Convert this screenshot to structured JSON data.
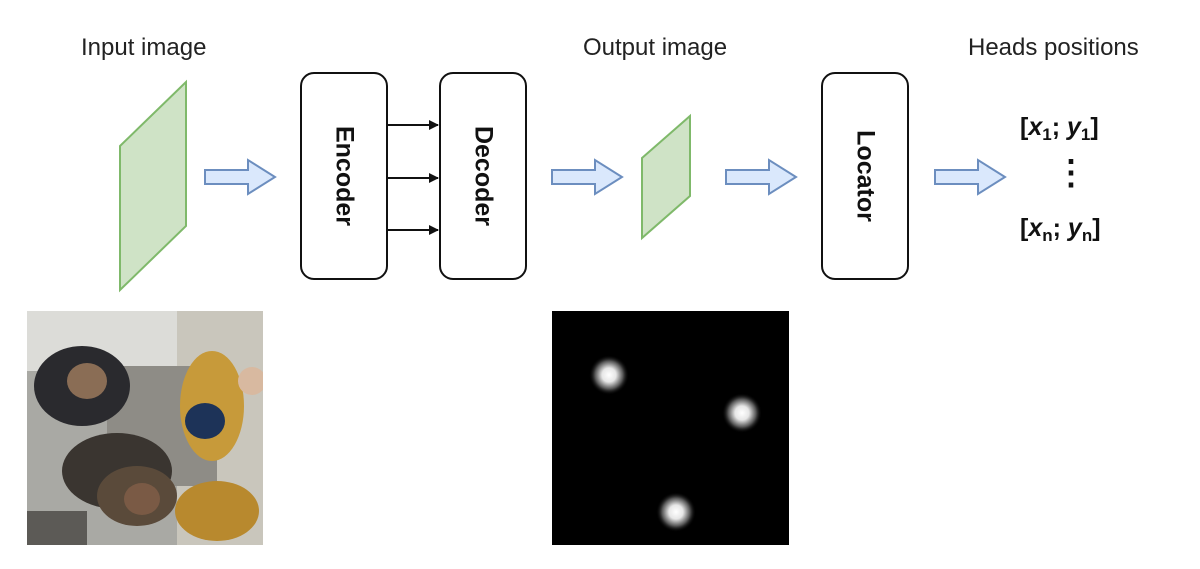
{
  "labels": {
    "input": "Input image",
    "output": "Output image",
    "heads": "Heads positions"
  },
  "blocks": {
    "encoder": "Encoder",
    "decoder": "Decoder",
    "locator": "Locator"
  },
  "coords": {
    "open": "[",
    "x": "x",
    "sep": "; ",
    "y": "y",
    "close": "]",
    "first_index": "1",
    "last_index": "n",
    "ellipsis": "⋮"
  },
  "colors": {
    "plane_fill": "#cfe3c6",
    "plane_stroke": "#7fb96a",
    "arrow_fill": "#dae8fc",
    "arrow_stroke": "#6c8ebf"
  }
}
